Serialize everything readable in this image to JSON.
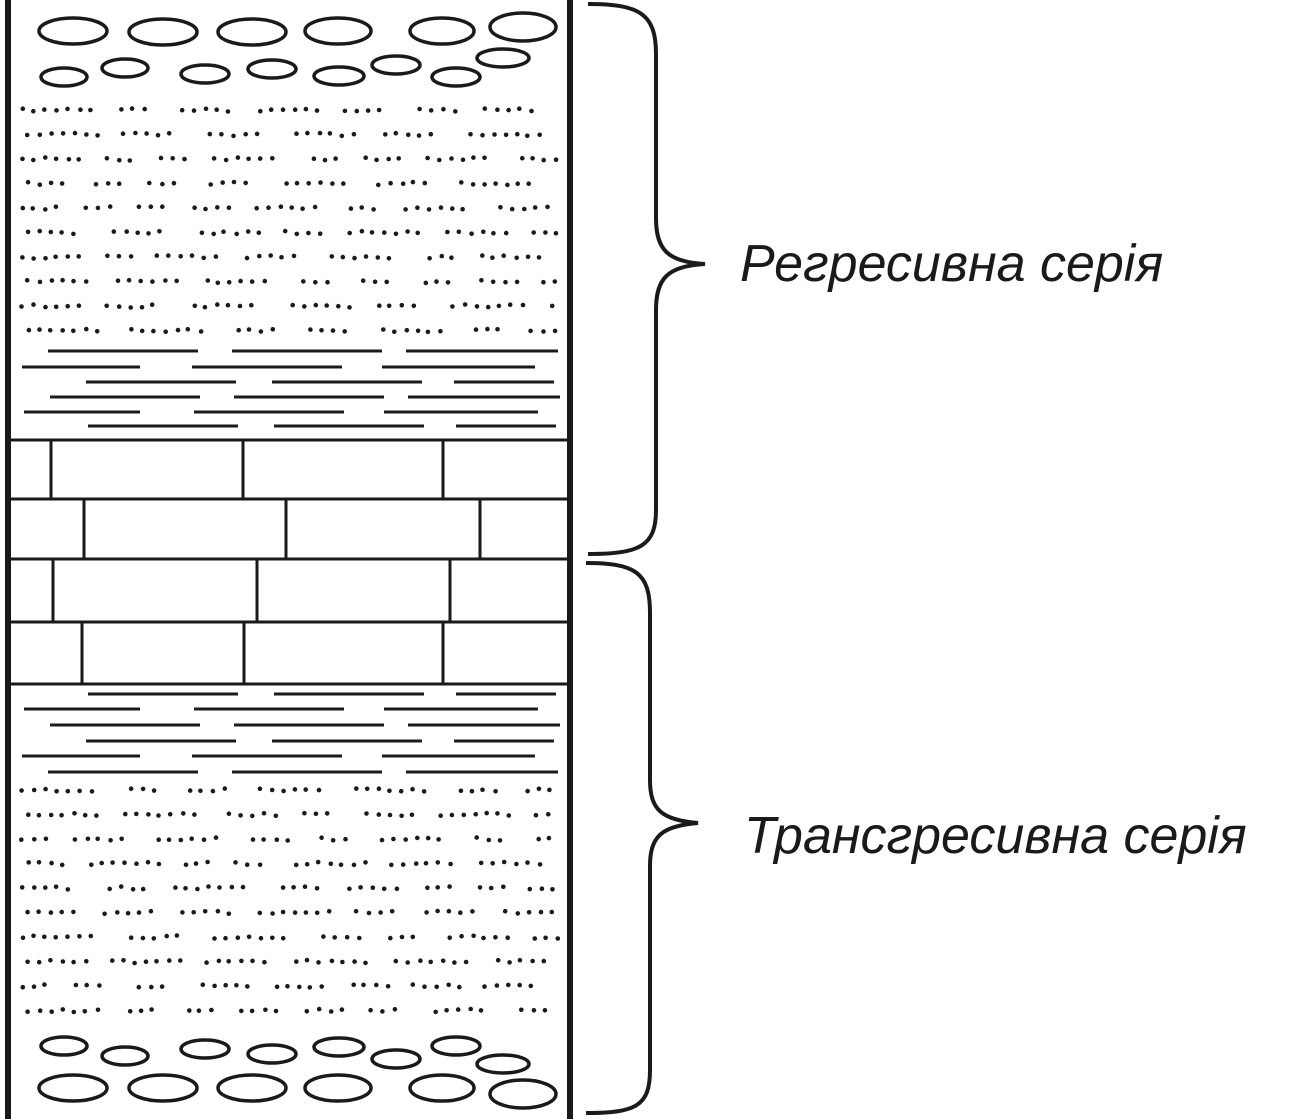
{
  "diagram": {
    "series": [
      {
        "id": "regressive",
        "label": "Регресивна серія"
      },
      {
        "id": "transgressive",
        "label": "Трансгресивна серія"
      }
    ],
    "column": {
      "units": [
        {
          "name": "conglomerate",
          "pattern": "pebbles"
        },
        {
          "name": "sandstone",
          "pattern": "dots"
        },
        {
          "name": "clay",
          "pattern": "dashes"
        },
        {
          "name": "limestone",
          "pattern": "bricks"
        },
        {
          "name": "limestone",
          "pattern": "bricks"
        },
        {
          "name": "clay",
          "pattern": "dashes"
        },
        {
          "name": "sandstone",
          "pattern": "dots"
        },
        {
          "name": "conglomerate",
          "pattern": "pebbles"
        }
      ]
    },
    "colors": {
      "ink": "#1a1a1a",
      "background": "#ffffff"
    }
  }
}
